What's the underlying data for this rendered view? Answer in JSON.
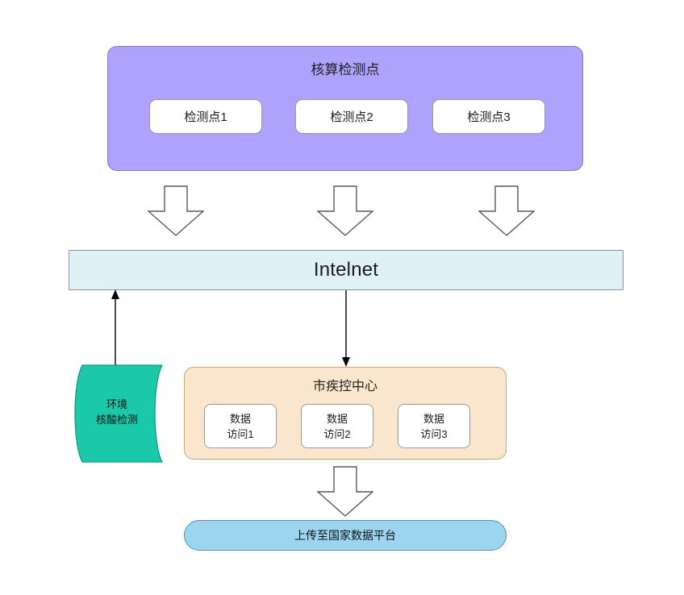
{
  "diagram": {
    "title_visible": false,
    "colors": {
      "purple_group": "#AEA2FD",
      "purple_border": "#8478CF",
      "white_leaf": "#FFFFFF",
      "leaf_border": "#9B9B9B",
      "intelnet_bar": "#E0F0F7",
      "intelnet_border": "#8C9499",
      "green_doc": "#1BC9AA",
      "green_doc_border": "#119B81",
      "orange_group": "#FAE5CD",
      "orange_border": "#C9A87C",
      "blue_pill": "#9BD5EF",
      "blue_pill_border": "#5F8FA8",
      "arrow_outline": "#595959",
      "line": "#000000"
    },
    "purple_group": {
      "title": "核算检测点",
      "items": [
        {
          "label": "检测点1"
        },
        {
          "label": "检测点2"
        },
        {
          "label": "检测点3"
        }
      ]
    },
    "network_bar": {
      "label": "Intelnet"
    },
    "green_document": {
      "line1": "环境",
      "line2": "核酸检测"
    },
    "orange_group": {
      "title": "市疾控中心",
      "items": [
        {
          "line1": "数据",
          "line2": "访问1"
        },
        {
          "line1": "数据",
          "line2": "访问2"
        },
        {
          "line1": "数据",
          "line2": "访问3"
        }
      ]
    },
    "upload_bar": {
      "label": "上传至国家数据平台"
    },
    "connectors": [
      {
        "name": "block-arrow-checkpoint-1-to-intelnet",
        "shape": "block-arrow-down"
      },
      {
        "name": "block-arrow-checkpoint-2-to-intelnet",
        "shape": "block-arrow-down"
      },
      {
        "name": "block-arrow-checkpoint-3-to-intelnet",
        "shape": "block-arrow-down"
      },
      {
        "name": "line-arrow-green-doc-to-intelnet",
        "shape": "line-arrow-up"
      },
      {
        "name": "line-arrow-intelnet-to-cdc",
        "shape": "line-arrow-down"
      },
      {
        "name": "block-arrow-cdc-to-upload",
        "shape": "block-arrow-down"
      }
    ]
  }
}
